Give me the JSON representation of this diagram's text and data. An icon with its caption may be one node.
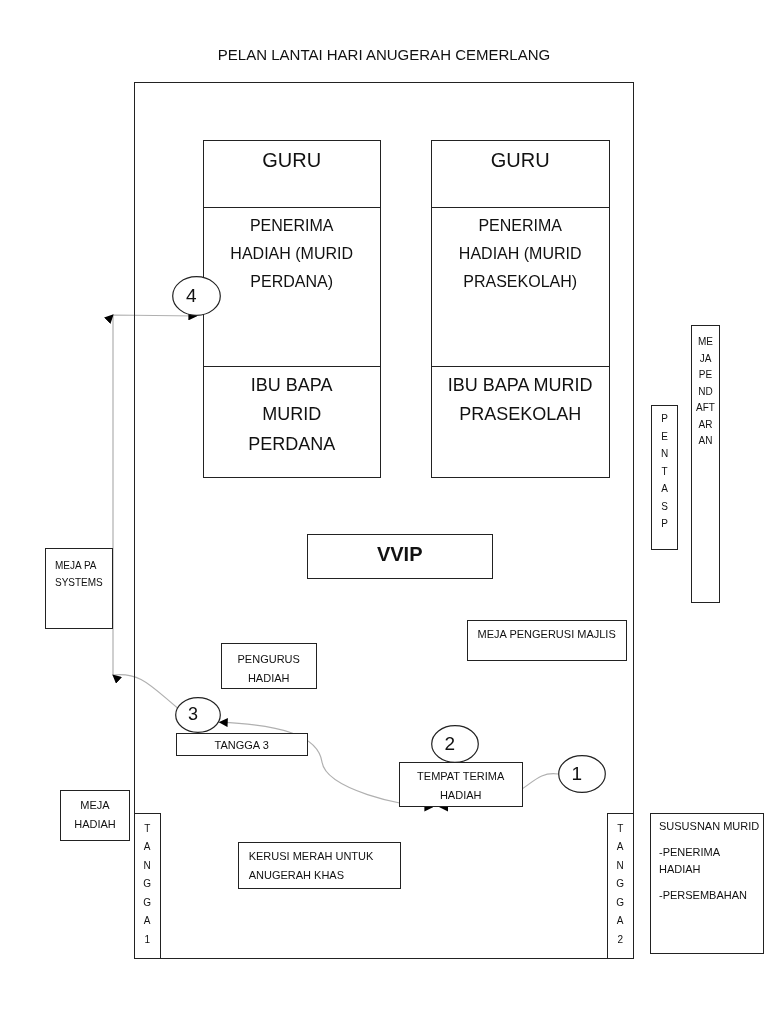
{
  "diagram": {
    "title": "PELAN LANTAI HARI ANUGERAH CEMERLANG",
    "nodes": [
      {
        "text": [],
        "shape": "box"
      },
      {
        "text": [
          "GURU"
        ],
        "in": 0
      },
      {
        "text": [
          "PENERIMA HADIAH (MURID PERDANA)"
        ],
        "in": 0
      },
      {
        "text": [
          "IBU BAPA MURID PERDANA"
        ],
        "in": 0
      },
      {
        "text": [
          "GURU"
        ],
        "in": 0
      },
      {
        "text": [
          "PENERIMA HADIAH (MURID PRASEKOLAH)"
        ],
        "in": 0
      },
      {
        "text": [
          "IBU BAPA MURID PRASEKOLAH"
        ],
        "in": 0
      },
      {
        "text": [
          "4"
        ],
        "in": 0
      },
      {
        "text": [
          "VVIP"
        ],
        "in": 0
      },
      {
        "text": [
          "MEJA PA SYSTEMS"
        ]
      },
      {
        "text": [
          "PENGURUS HADIAH"
        ],
        "in": 0
      },
      {
        "text": [
          "MEJA PENGERUSI MAJLIS"
        ],
        "in": 0
      },
      {
        "text": [
          "PENTAS P"
        ]
      },
      {
        "text": [
          "MEJA PENDAFTARAN"
        ]
      },
      {
        "text": [
          "3"
        ],
        "in": 0
      },
      {
        "text": [
          "TANGGA 3"
        ],
        "in": 0
      },
      {
        "text": [
          "2"
        ],
        "in": 0
      },
      {
        "text": [
          "TEMPAT TERIMA HADIAH"
        ],
        "in": 0
      },
      {
        "text": [
          "1"
        ],
        "in": 0
      },
      {
        "text": [
          "MEJA HADIAH"
        ]
      },
      {
        "text": [
          "TANGGA1"
        ],
        "in": 0
      },
      {
        "text": [
          "KERUSI MERAH UNTUK ANUGERAH KHAS"
        ],
        "in": 0
      },
      {
        "text": [
          "TANGGA2"
        ],
        "in": 0
      },
      {
        "text": [
          "SUSUSNAN MURID",
          "-PENERIMA HADIAH",
          "-PERSEMBAHAN"
        ]
      }
    ],
    "edges": [
      {
        "from": 18,
        "to": 17,
        "arrow": "to"
      },
      {
        "from": 14,
        "to": 17,
        "arrow": "both"
      },
      {
        "from": 14,
        "to": 7,
        "arrow": "to"
      }
    ]
  }
}
